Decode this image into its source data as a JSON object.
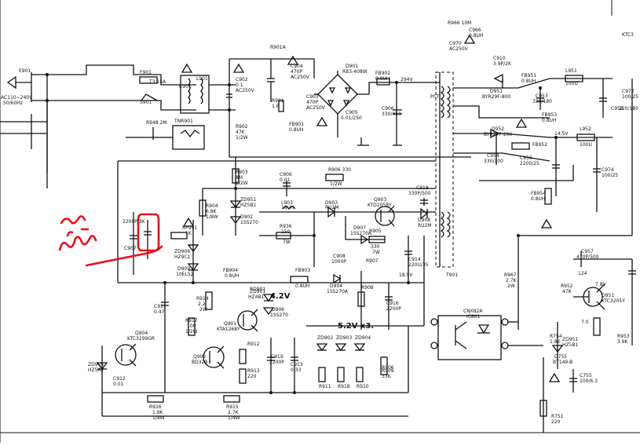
{
  "schematic": {
    "input": {
      "plug_label": "AC110~240V\n50/60Hz",
      "plug_line1": "AC110~240V",
      "plug_line2": "50/60Hz"
    },
    "labels": [
      {
        "id": "e901",
        "text": "E901"
      },
      {
        "id": "f901",
        "text": "F901"
      },
      {
        "id": "f901v",
        "text": "T3.15A"
      },
      {
        "id": "s901",
        "text": "S901"
      },
      {
        "id": "l901",
        "text": "L901"
      },
      {
        "id": "c901",
        "text": "C901"
      },
      {
        "id": "r901a",
        "text": "R901A"
      },
      {
        "id": "c902",
        "text": "C902"
      },
      {
        "id": "c902v",
        "text": "0.1"
      },
      {
        "id": "c902r",
        "text": "AC250V"
      },
      {
        "id": "c904",
        "text": "C904"
      },
      {
        "id": "c904v",
        "text": "470P"
      },
      {
        "id": "c904r",
        "text": "AC250V"
      },
      {
        "id": "d901",
        "text": "D901"
      },
      {
        "id": "d901v",
        "text": "RB3-408W"
      },
      {
        "id": "r901",
        "text": "R901"
      },
      {
        "id": "r901v",
        "text": "1.8"
      },
      {
        "id": "c903",
        "text": "C903"
      },
      {
        "id": "c903v",
        "text": "470P"
      },
      {
        "id": "c903r",
        "text": "AC250V"
      },
      {
        "id": "c905",
        "text": "C905"
      },
      {
        "id": "c905v",
        "text": "0.01/250"
      },
      {
        "id": "c906",
        "text": "C906"
      },
      {
        "id": "c906v",
        "text": "330/450"
      },
      {
        "id": "fb902",
        "text": "FB902"
      },
      {
        "id": "fb902v",
        "text": "0.8UH"
      },
      {
        "id": "fb901",
        "text": "FB901"
      },
      {
        "id": "fb901v",
        "text": "0.8UH"
      },
      {
        "id": "v294",
        "text": "294V"
      },
      {
        "id": "r966",
        "text": "R966 10M"
      },
      {
        "id": "c966",
        "text": "C966"
      },
      {
        "id": "c966v",
        "text": "0.8UH"
      },
      {
        "id": "c970",
        "text": "C970"
      },
      {
        "id": "c970v",
        "text": "AC250V"
      },
      {
        "id": "c910",
        "text": "C910"
      },
      {
        "id": "c910v",
        "text": "3.9P/2K"
      },
      {
        "id": "d951",
        "text": "D951"
      },
      {
        "id": "d951v",
        "text": "BYR29F-800"
      },
      {
        "id": "fb951",
        "text": "FB951"
      },
      {
        "id": "fb951v",
        "text": "0.8UH"
      },
      {
        "id": "l951",
        "text": "L951"
      },
      {
        "id": "l951v",
        "text": "100U"
      },
      {
        "id": "c953",
        "text": "C953"
      },
      {
        "id": "c953v",
        "text": "330/180"
      },
      {
        "id": "fb953",
        "text": "FB953"
      },
      {
        "id": "fb953v",
        "text": "0.8UH"
      },
      {
        "id": "c958",
        "text": "C958"
      },
      {
        "id": "c958v",
        "text": "220/180"
      },
      {
        "id": "d952",
        "text": "D952"
      },
      {
        "id": "d952v",
        "text": "BYR27F-200"
      },
      {
        "id": "fb952",
        "text": "FB952"
      },
      {
        "id": "v14",
        "text": "14.5V"
      },
      {
        "id": "l952",
        "text": "L952"
      },
      {
        "id": "l952v",
        "text": "100U"
      },
      {
        "id": "c954",
        "text": "C954"
      },
      {
        "id": "c954v",
        "text": "330/100"
      },
      {
        "id": "c956",
        "text": "C956"
      },
      {
        "id": "c956v",
        "text": "2200/25"
      },
      {
        "id": "c974",
        "text": "C974"
      },
      {
        "id": "c974v",
        "text": "100/25"
      },
      {
        "id": "fb954",
        "text": "FB954"
      },
      {
        "id": "fb954v",
        "text": "0.8UH"
      },
      {
        "id": "ktc",
        "text": "KTC3"
      },
      {
        "id": "tnr",
        "text": "TNR901"
      },
      {
        "id": "r940",
        "text": "R948 2M"
      },
      {
        "id": "r902",
        "text": "R902"
      },
      {
        "id": "r902v",
        "text": "47K"
      },
      {
        "id": "r902r",
        "text": "1/2W"
      },
      {
        "id": "r903",
        "text": "R903"
      },
      {
        "id": "r903v",
        "text": "8M"
      },
      {
        "id": "r903r",
        "text": "1/2W"
      },
      {
        "id": "c906b",
        "text": "C906"
      },
      {
        "id": "c906bv",
        "text": "0.01"
      },
      {
        "id": "r906",
        "text": "R906 330"
      },
      {
        "id": "r906r",
        "text": "1/2W"
      },
      {
        "id": "zd951",
        "text": "ZD951"
      },
      {
        "id": "zd951v",
        "text": "HZ5B1"
      },
      {
        "id": "d902",
        "text": "D902"
      },
      {
        "id": "d902v",
        "text": "1SS270"
      },
      {
        "id": "r904",
        "text": "R904"
      },
      {
        "id": "r904v",
        "text": "6.8K"
      },
      {
        "id": "r904r",
        "text": "1/8W"
      },
      {
        "id": "l903",
        "text": "L903"
      },
      {
        "id": "l903v",
        "text": "18UH"
      },
      {
        "id": "d903",
        "text": "D903"
      },
      {
        "id": "d903v",
        "text": "RU2M"
      },
      {
        "id": "q903",
        "text": "Q903"
      },
      {
        "id": "q903v",
        "text": "KTD2058Y"
      },
      {
        "id": "c918",
        "text": "C918"
      },
      {
        "id": "c918v",
        "text": "330P/500"
      },
      {
        "id": "d908",
        "text": "D908"
      },
      {
        "id": "d908v",
        "text": "RU2M"
      },
      {
        "id": "r936",
        "text": "R936"
      },
      {
        "id": "r936v",
        "text": "150"
      },
      {
        "id": "r936r",
        "text": "7W"
      },
      {
        "id": "d907",
        "text": "D907"
      },
      {
        "id": "d907v",
        "text": "1SS270A"
      },
      {
        "id": "r905",
        "text": "R905"
      },
      {
        "id": "r905v",
        "text": "330"
      },
      {
        "id": "r905r",
        "text": "7W"
      },
      {
        "id": "c914",
        "text": "C914"
      },
      {
        "id": "c914v",
        "text": "220U/35"
      },
      {
        "id": "v18",
        "text": "18.5V"
      },
      {
        "id": "t901",
        "text": "T901"
      },
      {
        "id": "pct",
        "text": "PCT"
      },
      {
        "id": "fb904",
        "text": "FB904"
      },
      {
        "id": "fb904v",
        "text": "0.8UH"
      },
      {
        "id": "fb903",
        "text": "FB903"
      },
      {
        "id": "fb903v",
        "text": "0.8UH"
      },
      {
        "id": "c908",
        "text": "C908"
      },
      {
        "id": "c908v",
        "text": "1000P"
      },
      {
        "id": "d904",
        "text": "D904"
      },
      {
        "id": "d904v",
        "text": "1SS270A"
      },
      {
        "id": "r907",
        "text": "R907"
      },
      {
        "id": "r908",
        "text": "R908"
      },
      {
        "id": "c916",
        "text": "C916"
      },
      {
        "id": "c916v",
        "text": "2200P"
      },
      {
        "id": "r906x",
        "text": "R906"
      },
      {
        "id": "rd901",
        "text": "RD901"
      },
      {
        "id": "c911",
        "text": "C911"
      },
      {
        "id": "c911v",
        "text": "0.47"
      },
      {
        "id": "r914",
        "text": "R914"
      },
      {
        "id": "r914v",
        "text": "2.2"
      },
      {
        "id": "r914r",
        "text": "2W"
      },
      {
        "id": "q901",
        "text": "Q901"
      },
      {
        "id": "q901v",
        "text": "KTA1268Y"
      },
      {
        "id": "zd901",
        "text": "ZD901"
      },
      {
        "id": "zd901v",
        "text": "HZ4B1"
      },
      {
        "id": "d906",
        "text": "D906"
      },
      {
        "id": "d906v",
        "text": "1SS270"
      },
      {
        "id": "v42",
        "text": "4.2V"
      },
      {
        "id": "v52",
        "text": "5.2V x3."
      },
      {
        "id": "r917",
        "text": "R917"
      },
      {
        "id": "r917v",
        "text": "100"
      },
      {
        "id": "r917r",
        "text": "1/2W"
      },
      {
        "id": "q904",
        "text": "Q904"
      },
      {
        "id": "q904v",
        "text": "KTC3199GR"
      },
      {
        "id": "q902",
        "text": "Q902"
      },
      {
        "id": "q902v",
        "text": "BD329"
      },
      {
        "id": "r912",
        "text": "R912"
      },
      {
        "id": "r913",
        "text": "R913"
      },
      {
        "id": "r913v",
        "text": "220"
      },
      {
        "id": "c919",
        "text": "C919"
      },
      {
        "id": "c919v",
        "text": "2200P"
      },
      {
        "id": "c913",
        "text": "C913"
      },
      {
        "id": "c913v",
        "text": "0.33"
      },
      {
        "id": "zd902",
        "text": "ZD902"
      },
      {
        "id": "zd903",
        "text": "ZD903"
      },
      {
        "id": "zd904",
        "text": "ZD904"
      },
      {
        "id": "r911",
        "text": "R911"
      },
      {
        "id": "r918",
        "text": "R918"
      },
      {
        "id": "r910",
        "text": "R910"
      },
      {
        "id": "r909",
        "text": "R909"
      },
      {
        "id": "r909v",
        "text": "33K"
      },
      {
        "id": "zd905",
        "text": "ZD905"
      },
      {
        "id": "zd905v",
        "text": "HZ5A2"
      },
      {
        "id": "c912",
        "text": "C912"
      },
      {
        "id": "c912v",
        "text": "0.01"
      },
      {
        "id": "r916",
        "text": "R916"
      },
      {
        "id": "r916v",
        "text": "1.8K"
      },
      {
        "id": "r916r",
        "text": "1/4W"
      },
      {
        "id": "r915",
        "text": "R915"
      },
      {
        "id": "r915v",
        "text": "2.7K"
      },
      {
        "id": "r915r",
        "text": "1/4W"
      },
      {
        "id": "r906c",
        "text": "C907"
      },
      {
        "id": "r906d",
        "text": "2200P/3K"
      },
      {
        "id": "zd906",
        "text": "ZD906"
      },
      {
        "id": "zd906v",
        "text": "HZ9C1"
      },
      {
        "id": "d909",
        "text": "D909"
      },
      {
        "id": "d909v",
        "text": "10EL52"
      },
      {
        "id": "rp901",
        "text": "RP901"
      },
      {
        "id": "rp901v",
        "text": "1K"
      },
      {
        "id": "cnx",
        "text": "CNX82A"
      },
      {
        "id": "ic801",
        "text": "IC801"
      },
      {
        "id": "r967",
        "text": "R967"
      },
      {
        "id": "r967v",
        "text": "2.7K"
      },
      {
        "id": "r967r",
        "text": "2W"
      },
      {
        "id": "c957",
        "text": "C957"
      },
      {
        "id": "c957v",
        "text": "470P/500"
      },
      {
        "id": "r952",
        "text": "R952"
      },
      {
        "id": "r952v",
        "text": "47K"
      },
      {
        "id": "q951",
        "text": "Q951"
      },
      {
        "id": "q951v",
        "text": "KTC3205Y"
      },
      {
        "id": "r954",
        "text": "R754"
      },
      {
        "id": "r954v",
        "text": "1.8K"
      },
      {
        "id": "zd951b",
        "text": "ZD951"
      },
      {
        "id": "zd951bv",
        "text": "HZ5B1"
      },
      {
        "id": "r953",
        "text": "R953"
      },
      {
        "id": "r953v",
        "text": "3.9K"
      },
      {
        "id": "d755",
        "text": "D755"
      },
      {
        "id": "d755v",
        "text": "BT149-B"
      },
      {
        "id": "c755",
        "text": "C755"
      },
      {
        "id": "c755v",
        "text": "100/6.3"
      },
      {
        "id": "r751",
        "text": "R751"
      },
      {
        "id": "r751v",
        "text": "220"
      },
      {
        "id": "v78",
        "text": "7.8V"
      },
      {
        "id": "v7",
        "text": "7.0"
      },
      {
        "id": "v124",
        "text": "124"
      },
      {
        "id": "c972",
        "text": "C972"
      },
      {
        "id": "c972v",
        "text": "100/25"
      }
    ],
    "annotation": {
      "text_top": "Là",
      "text_bottom": "Đây",
      "note": "handwritten red circle around the 2200P/3K capacitor C907"
    },
    "colors": {
      "ink": "#111111",
      "annotation": "#e8101e",
      "background": "#ffffff"
    }
  }
}
